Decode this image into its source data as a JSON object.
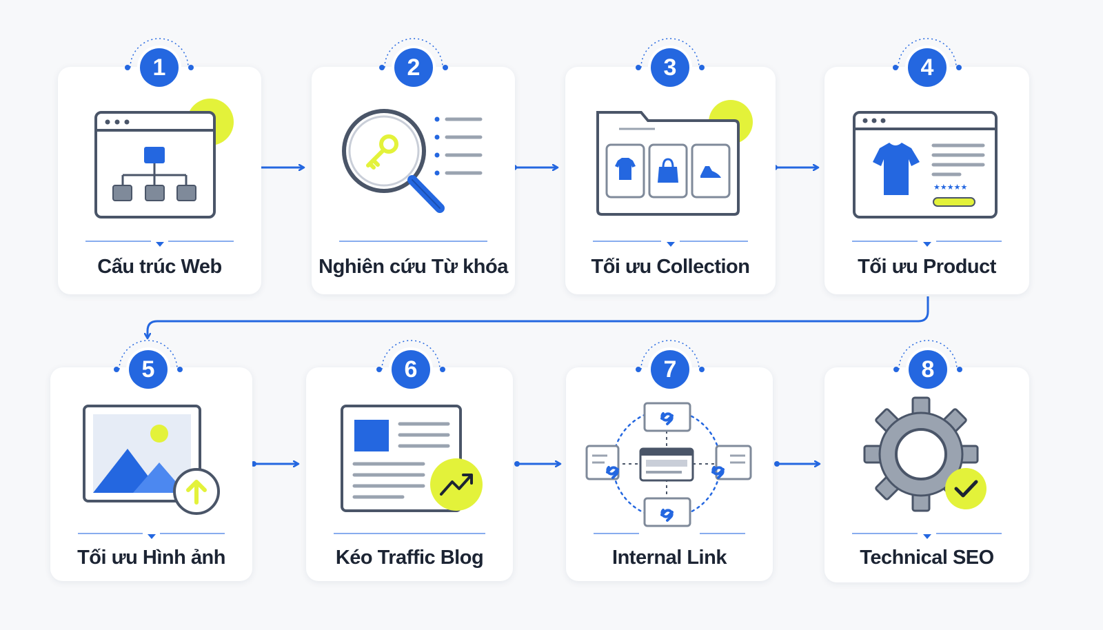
{
  "colors": {
    "primary_blue": "#2467e0",
    "accent_yellow": "#e3f23a",
    "outline_gray": "#4a5568",
    "card_bg": "#ffffff",
    "page_bg": "#f7f8fa"
  },
  "steps": [
    {
      "number": "1",
      "label": "Cấu trúc Web",
      "icon": "website-sitemap-icon"
    },
    {
      "number": "2",
      "label": "Nghiên cứu Từ khóa",
      "icon": "keyword-search-icon"
    },
    {
      "number": "3",
      "label": "Tối ưu Collection",
      "icon": "collection-folder-icon"
    },
    {
      "number": "4",
      "label": "Tối ưu Product",
      "icon": "product-page-icon"
    },
    {
      "number": "5",
      "label": "Tối ưu Hình ảnh",
      "icon": "image-upload-icon"
    },
    {
      "number": "6",
      "label": "Kéo Traffic Blog",
      "icon": "blog-traffic-icon"
    },
    {
      "number": "7",
      "label": "Internal Link",
      "icon": "internal-link-icon"
    },
    {
      "number": "8",
      "label": "Technical SEO",
      "icon": "gear-check-icon"
    }
  ]
}
